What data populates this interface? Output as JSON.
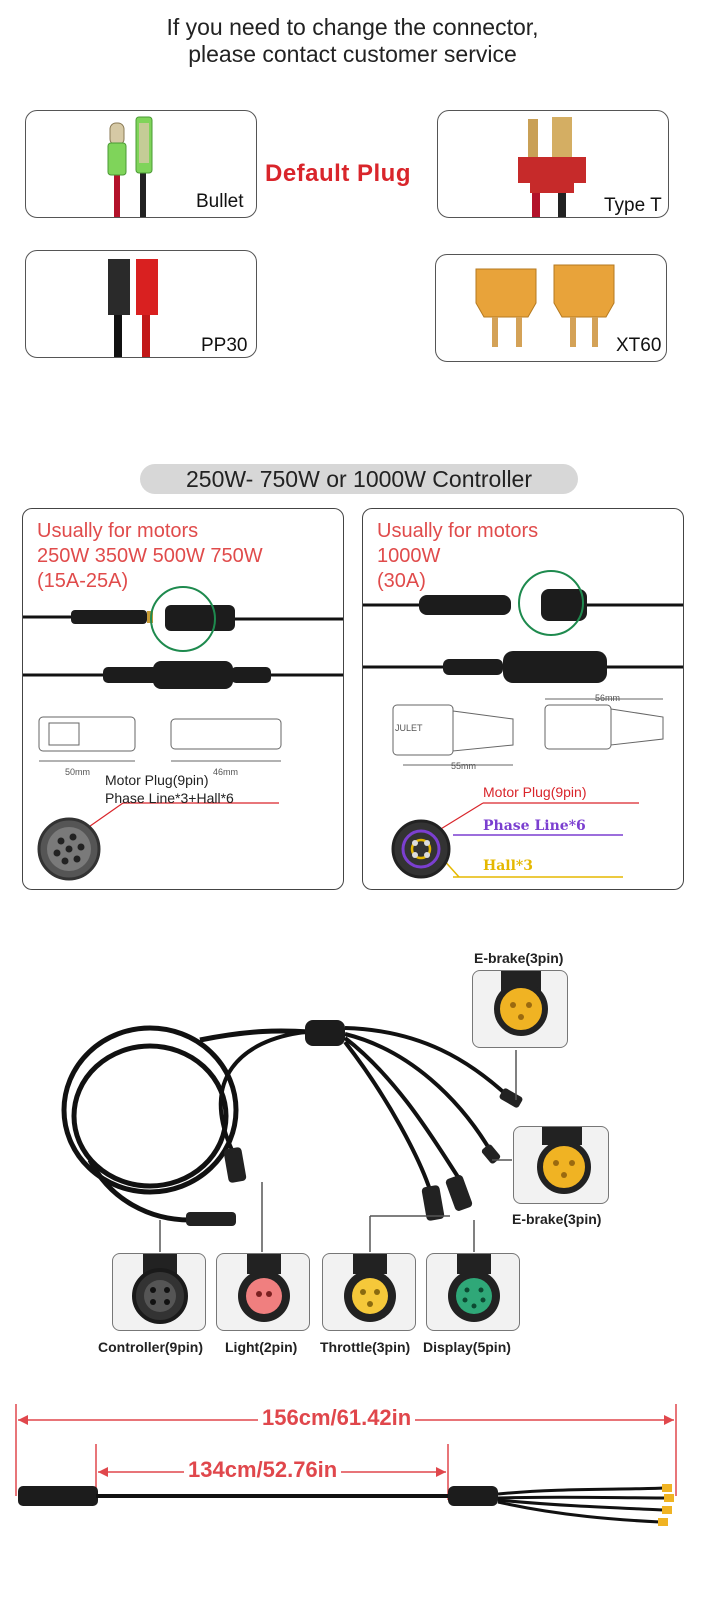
{
  "header": {
    "line1": "If you need to change the connector,",
    "line2": "please contact customer service"
  },
  "plugs": {
    "default_label": "Default  Plug",
    "bullet": "Bullet",
    "type_t": "Type T",
    "pp30": "PP30",
    "xt60": "XT60"
  },
  "controller": {
    "heading": "250W- 750W or 1000W Controller",
    "left": {
      "title_line1": "Usually for motors",
      "title_line2": "250W 350W 500W 750W",
      "title_line3": "(15A-25A)",
      "plug_line1": "Motor Plug(9pin)",
      "plug_line2": "Phase Line*3+Hall*6",
      "dim_a": "50mm",
      "dim_b": "46mm"
    },
    "right": {
      "title_line1": "Usually for motors",
      "title_line2": "1000W",
      "title_line3": "(30A)",
      "plug_label": "Motor Plug(9pin)",
      "phase_label": "Phase Line*6",
      "hall_label": "Hall*3",
      "dim_a": "55mm",
      "dim_b": "56mm",
      "brand": "JULET"
    }
  },
  "harness": {
    "ebrake_top": "E-brake(3pin)",
    "ebrake_right": "E-brake(3pin)",
    "controller": "Controller(9pin)",
    "light": "Light(2pin)",
    "throttle": "Throttle(3pin)",
    "display": "Display(5pin)"
  },
  "dimensions": {
    "total": "156cm/61.42in",
    "main": "134cm/52.76in"
  },
  "colors": {
    "accent_red": "#e0474c",
    "default_red": "#d9252b",
    "green_ring": "#1e8a4e",
    "phase_purple": "#7b3fd0",
    "hall_yellow": "#e5b800",
    "connector_yellow": "#f0b323"
  }
}
